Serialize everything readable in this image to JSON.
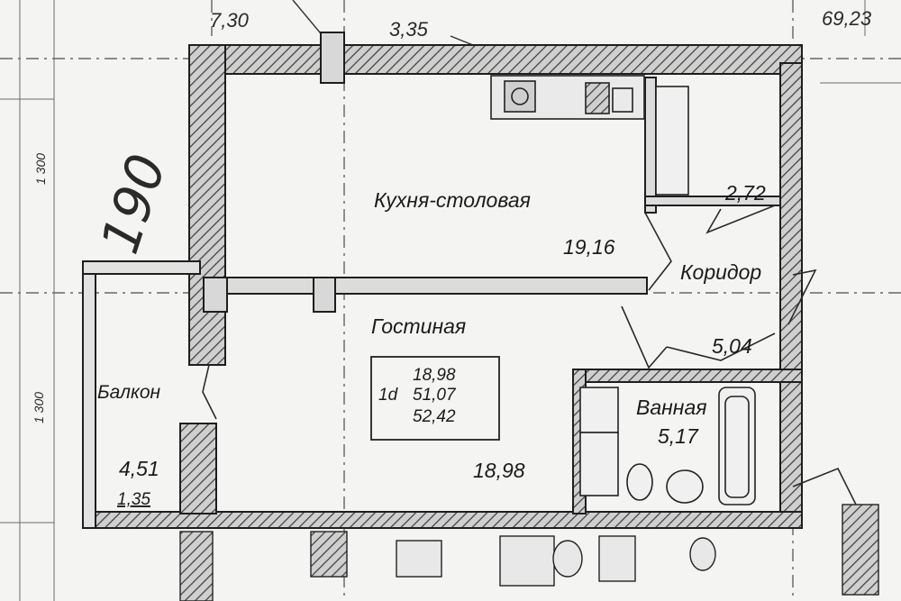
{
  "plan": {
    "top_dimensions": {
      "left": "7,30",
      "middle": "3,35",
      "right": "69,23"
    },
    "side_dimensions": {
      "upper": "1 300",
      "lower": "1 300"
    },
    "handwritten_note": "190",
    "rooms": {
      "kitchen": {
        "name": "Кухня-столовая",
        "area": "19,16"
      },
      "storage": {
        "area": "2,72"
      },
      "corridor": {
        "name": "Коридор",
        "area": "5,04"
      },
      "living": {
        "name": "Гостиная",
        "area": "18,98"
      },
      "bathroom": {
        "name": "Ванная",
        "area": "5,17"
      },
      "balcony": {
        "name": "Балкон",
        "area": "4,51",
        "reduced_area": "1,35"
      }
    },
    "summary_box": {
      "type": "1d",
      "living_area": "18,98",
      "total_area": "51,07",
      "total_with_balcony": "52,42"
    }
  }
}
